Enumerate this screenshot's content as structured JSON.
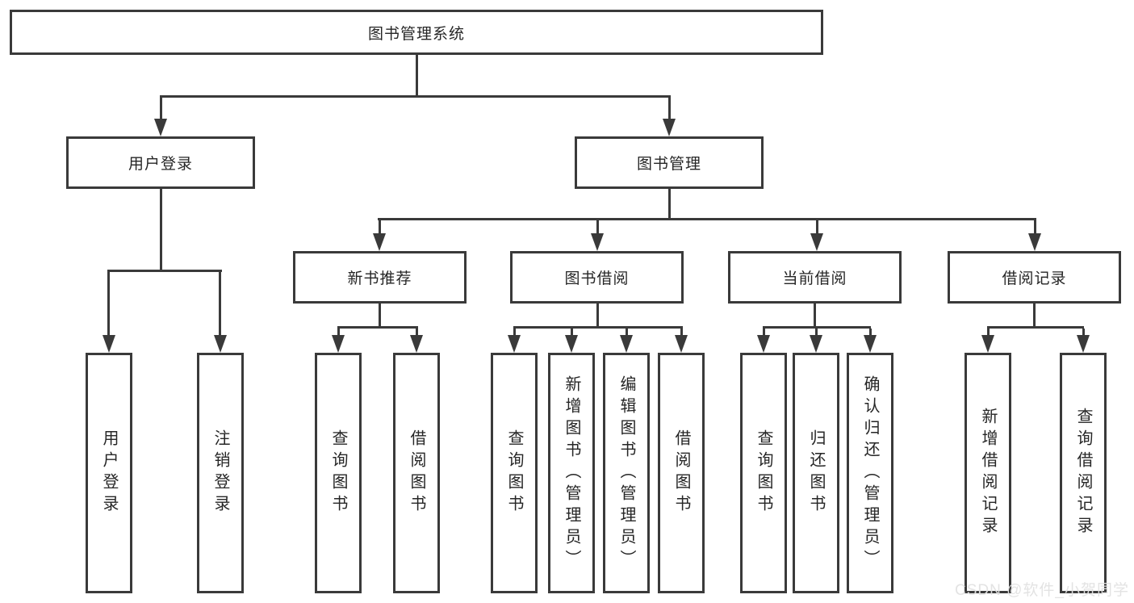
{
  "diagram": {
    "title": "图书管理系统",
    "root": {
      "label": "图书管理系统"
    },
    "level2": [
      {
        "label": "用户登录"
      },
      {
        "label": "图书管理"
      }
    ],
    "level3": [
      {
        "label": "新书推荐"
      },
      {
        "label": "图书借阅"
      },
      {
        "label": "当前借阅"
      },
      {
        "label": "借阅记录"
      }
    ],
    "leaves": {
      "user_login": [
        {
          "label": "用户登录"
        },
        {
          "label": "注销登录"
        }
      ],
      "new_book": [
        {
          "label": "查询图书"
        },
        {
          "label": "借阅图书"
        }
      ],
      "book_borrow": [
        {
          "label": "查询图书"
        },
        {
          "label": "新增图书（管理员）"
        },
        {
          "label": "编辑图书（管理员）"
        },
        {
          "label": "借阅图书"
        }
      ],
      "current_borrow": [
        {
          "label": "查询图书"
        },
        {
          "label": "归还图书"
        },
        {
          "label": "确认归还（管理员）"
        }
      ],
      "borrow_records": [
        {
          "label": "新增借阅记录"
        },
        {
          "label": "查询借阅记录"
        }
      ]
    },
    "watermark": "CSDN @软件_小贺同学",
    "colors": {
      "line": "#3a3a3a",
      "text": "#262626",
      "background": "#ffffff",
      "watermark": "#e1e1e1"
    }
  }
}
